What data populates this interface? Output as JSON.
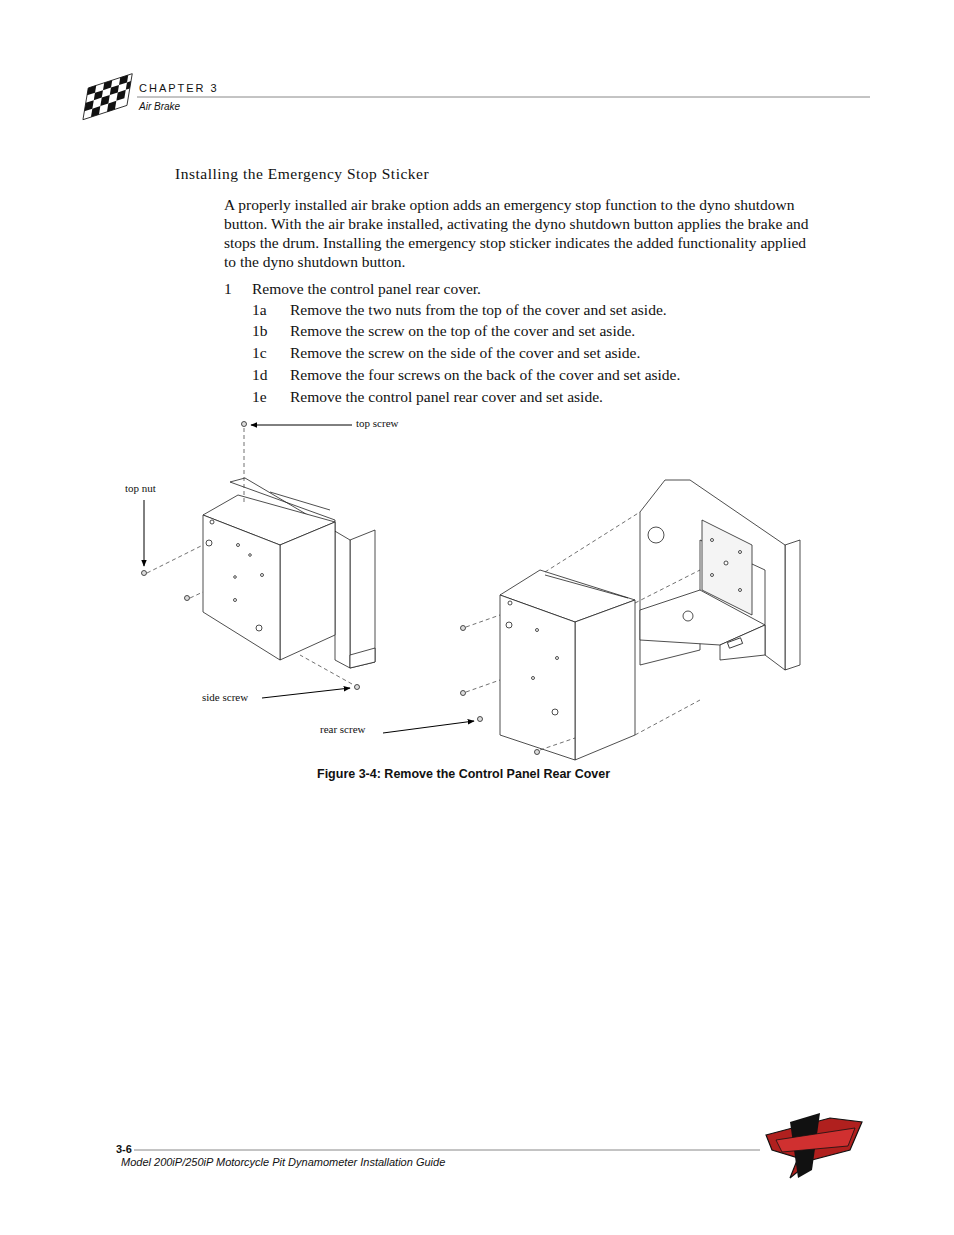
{
  "diagram": {
    "title": "Installing the Emergency Stop Sticker",
    "caption": "Figure 3-4: Remove the Control Panel Rear Cover",
    "labels": [
      "CHAPTER 3",
      "Air Brake",
      "A properly installed air brake option adds an emergency stop function to the dyno shutdown button. With the air brake installed, activating the dyno shutdown button applies the brake and stops the drum. Installing the emergency stop sticker indicates the added functionality applied to the dyno shutdown button.",
      "1",
      "Remove the control panel rear cover.",
      "1a",
      "Remove the two nuts from the top of the cover and set aside.",
      "1b",
      "Remove the screw on the top of the cover and set aside.",
      "1c",
      "Remove the screw on the side of the cover and set aside.",
      "1d",
      "Remove the four screws on the back of the cover and set aside.",
      "1e",
      "Remove the control panel rear cover and set aside.",
      "top screw",
      "top nut",
      "side screw",
      "rear screw",
      "3-6",
      "Model 200iP/250iP Motorcycle Pit Dynamometer Installation Guide"
    ]
  }
}
